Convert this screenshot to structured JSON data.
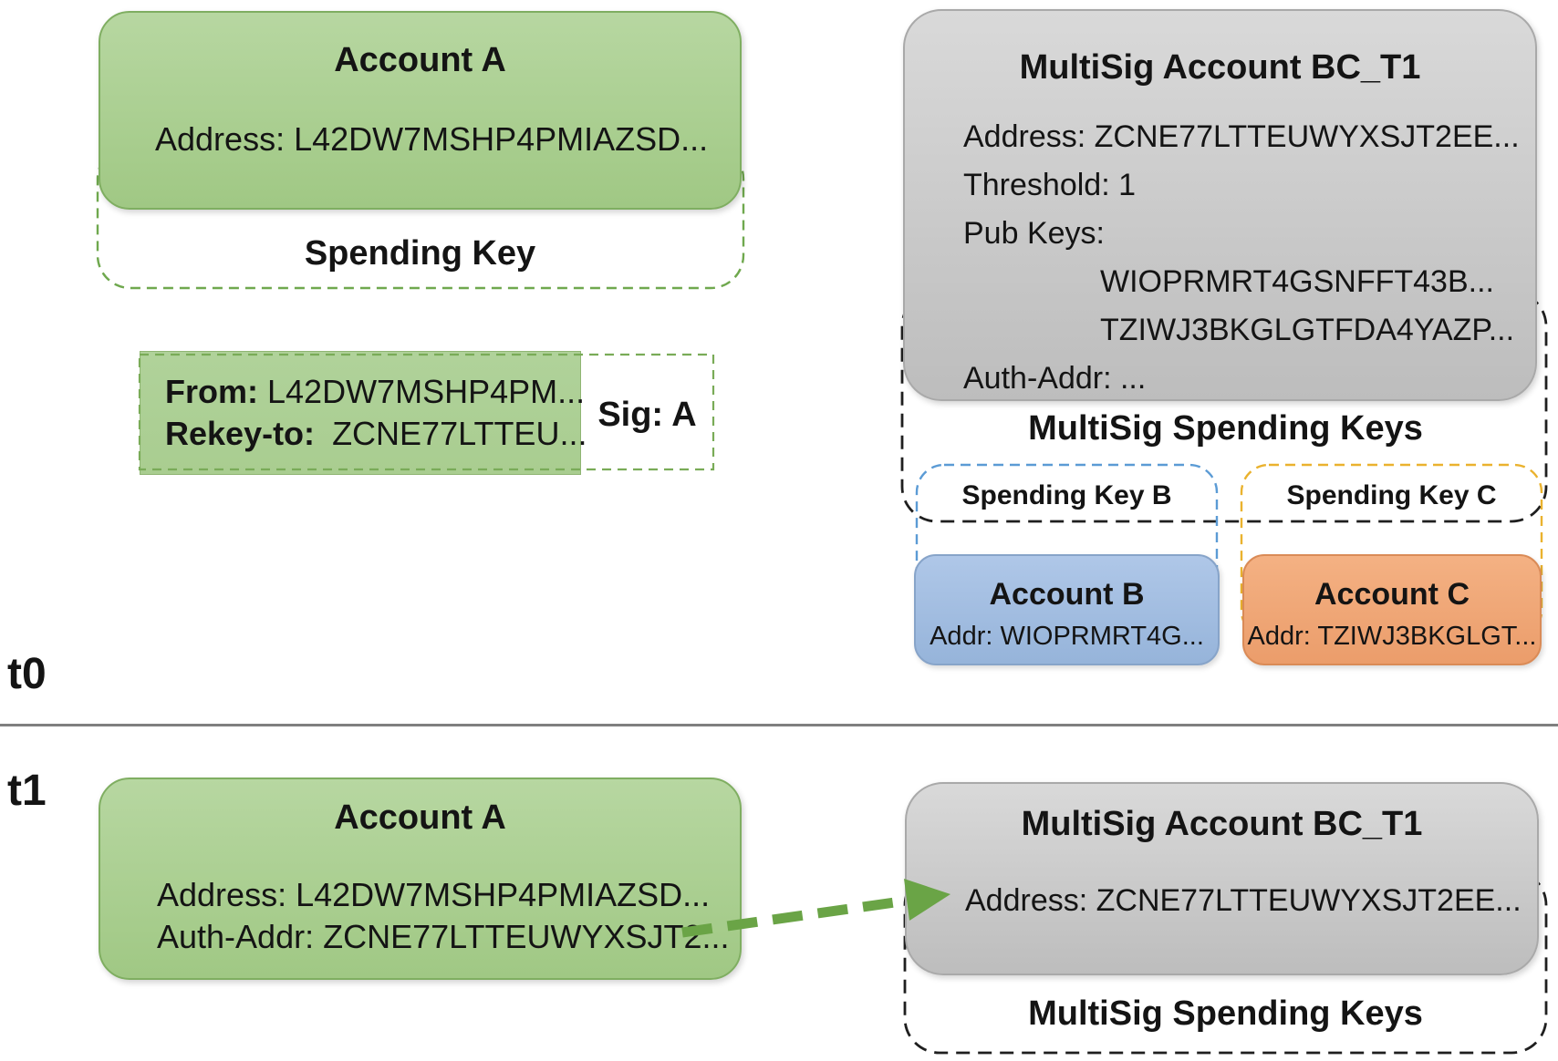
{
  "colors": {
    "text": "#141414",
    "green_fill_top": "#b7d7a1",
    "green_fill_bottom": "#a0c884",
    "green_border": "#7fae61",
    "tx_green_fill": "#a9cd90",
    "tx_dashed": "#79ab57",
    "spending_dashed_green": "#6fa84e",
    "gray_fill_top": "#d9d9d9",
    "gray_fill_bottom": "#bdbdbd",
    "gray_border": "#a9a9a9",
    "blue_fill_top": "#afc7e8",
    "blue_fill_bottom": "#96b4da",
    "blue_border": "#87a4c9",
    "blue_dashed": "#5b9bd5",
    "orange_fill_top": "#f4b183",
    "orange_fill_bottom": "#eb9d6b",
    "orange_border": "#da8b57",
    "yellow_dashed": "#eab22e",
    "black_dashed": "#1f1f1f",
    "arrow_green": "#6aa446",
    "divider": "#7f7f7f"
  },
  "t0": {
    "label": "t0",
    "account_a": {
      "title": "Account A",
      "address": "Address: L42DW7MSHP4PMIAZSD..."
    },
    "spending_key_label": "Spending Key",
    "transaction": {
      "from_label": "From:",
      "from_value": "L42DW7MSHP4PM...",
      "rekey_label": "Rekey-to:",
      "rekey_value": "ZCNE77LTTEU...",
      "sig": "Sig: A"
    },
    "multisig": {
      "title": "MultiSig Account BC_T1",
      "address": "Address: ZCNE77LTTEUWYXSJT2EE...",
      "threshold": "Threshold: 1",
      "pub_keys_label": "Pub Keys:",
      "pub_key_1": "WIOPRMRT4GSNFFT43B...",
      "pub_key_2": "TZIWJ3BKGLGTFDA4YAZP...",
      "auth_addr": "Auth-Addr: ..."
    },
    "multisig_spending_keys_label": "MultiSig Spending Keys",
    "spending_key_b_label": "Spending Key B",
    "spending_key_c_label": "Spending Key C",
    "account_b": {
      "title": "Account B",
      "address": "Addr: WIOPRMRT4G..."
    },
    "account_c": {
      "title": "Account C",
      "address": "Addr: TZIWJ3BKGLGT..."
    }
  },
  "t1": {
    "label": "t1",
    "account_a": {
      "title": "Account A",
      "address": "Address: L42DW7MSHP4PMIAZSD...",
      "auth_addr": "Auth-Addr: ZCNE77LTTEUWYXSJT2..."
    },
    "multisig": {
      "title": "MultiSig Account BC_T1",
      "address": "Address: ZCNE77LTTEUWYXSJT2EE..."
    },
    "multisig_spending_keys_label": "MultiSig Spending Keys"
  }
}
